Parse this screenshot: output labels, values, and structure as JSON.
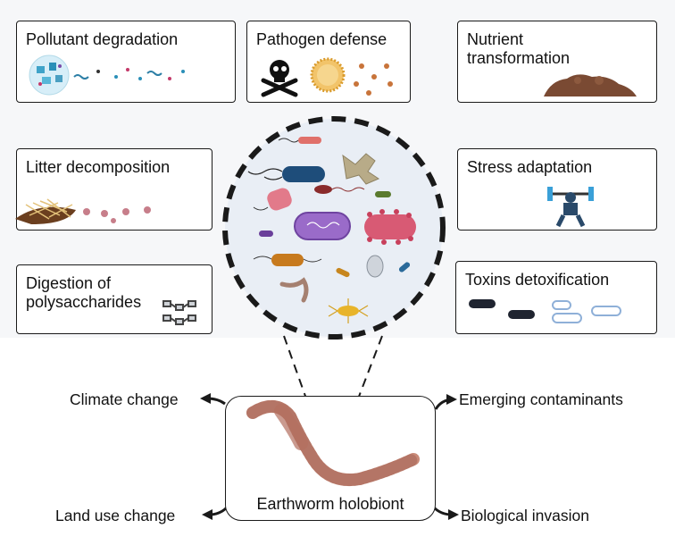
{
  "functions": {
    "pollutant": "Pollutant degradation",
    "pathogen": "Pathogen defense",
    "nutrient_l1": "Nutrient",
    "nutrient_l2": "transformation",
    "litter": "Litter decomposition",
    "stress": "Stress adaptation",
    "digestion_l1": "Digestion of",
    "digestion_l2": "polysaccharides",
    "toxins": "Toxins detoxification"
  },
  "center": {
    "label": "Earthworm holobiont"
  },
  "drivers": {
    "climate": "Climate change",
    "emerging": "Emerging contaminants",
    "landuse": "Land use change",
    "invasion": "Biological invasion"
  },
  "colors": {
    "circle_fill": "#e9eef5",
    "dash": "#1a1a1a",
    "worm": "#c98a78",
    "worm_dark": "#a7685a",
    "soil": "#7a4a33"
  }
}
